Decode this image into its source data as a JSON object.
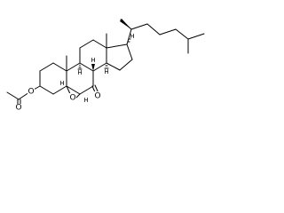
{
  "molecule": {
    "atom_labels": {
      "acetate_oxygen_ester": "O",
      "acetate_oxygen_carbonyl": "O",
      "epoxide_oxygen": "O",
      "ketone_oxygen": "O",
      "hydrogen_c8": "H",
      "hydrogen_c9": "H",
      "hydrogen_c14": "H",
      "hydrogen_c17": "H",
      "hydrogen_c5": "H",
      "hydrogen_c6": "H"
    },
    "colors": {
      "bonds": "#000000",
      "background": "#ffffff"
    }
  }
}
